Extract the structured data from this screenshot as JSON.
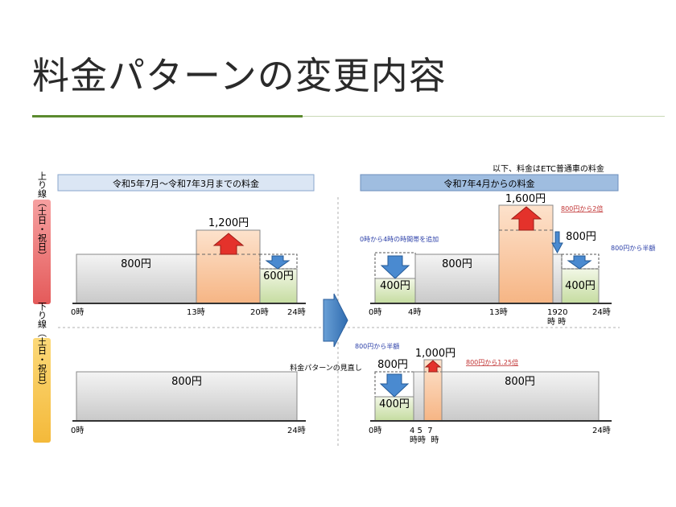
{
  "title": "料金パターンの変更内容",
  "header_left": "令和5年7月～令和7年3月までの料金",
  "header_right": "令和7年4月からの料金",
  "note_top_right": "以下、料金はETC普通車の料金",
  "side_up": "上り線（土日・祝日）",
  "side_down": "下り線（土日・祝日）",
  "arrow_caption": "料金パターンの見直し",
  "left_up": {
    "price_800": "800円",
    "price_1200": "1,200円",
    "price_600": "600円",
    "t0": "0時",
    "t13": "13時",
    "t20": "20時",
    "t24": "24時"
  },
  "right_up": {
    "note_add": "0時から4時の時間帯を追加",
    "price_400a": "400円",
    "price_800a": "800円",
    "price_1600": "1,600円",
    "note_double": "800円から2倍",
    "price_800b": "800円",
    "note_half": "800円から半額",
    "price_400b": "400円",
    "t0": "0時",
    "t4": "4時",
    "t13": "13時",
    "t1920": "1920",
    "t1920b": "時 時",
    "t24": "24時"
  },
  "left_down": {
    "price_800": "800円",
    "t0": "0時",
    "t24": "24時"
  },
  "right_down": {
    "note_half": "800円から半額",
    "price_800a": "800円",
    "price_400": "400円",
    "price_1000": "1,000円",
    "note_125": "800円から1.25倍",
    "price_800b": "800円",
    "t0": "0時",
    "t457": "4 5  7",
    "t457b": "時時  時",
    "t24": "24時"
  }
}
